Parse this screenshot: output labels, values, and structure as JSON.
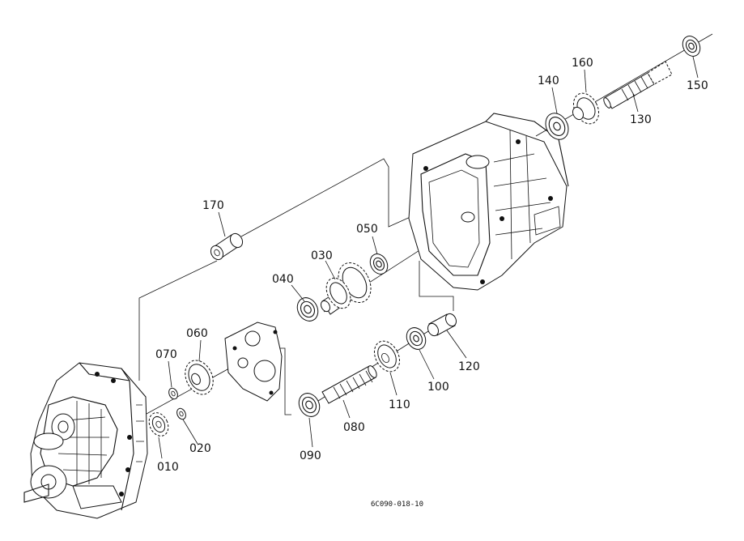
{
  "diagram": {
    "drawing_code": "6C090-018-10",
    "parts": [
      {
        "id": "p010",
        "label": "010",
        "icon": "spur-gear-icon"
      },
      {
        "id": "p020",
        "label": "020",
        "icon": "snap-ring-icon"
      },
      {
        "id": "p030",
        "label": "030",
        "icon": "double-gear-icon"
      },
      {
        "id": "p040",
        "label": "040",
        "icon": "ball-bearing-icon"
      },
      {
        "id": "p050",
        "label": "050",
        "icon": "ball-bearing-icon"
      },
      {
        "id": "p060",
        "label": "060",
        "icon": "spur-gear-icon"
      },
      {
        "id": "p070",
        "label": "070",
        "icon": "snap-ring-icon"
      },
      {
        "id": "p080",
        "label": "080",
        "icon": "splined-shaft-icon"
      },
      {
        "id": "p090",
        "label": "090",
        "icon": "ball-bearing-icon"
      },
      {
        "id": "p100",
        "label": "100",
        "icon": "ball-bearing-icon"
      },
      {
        "id": "p110",
        "label": "110",
        "icon": "spur-gear-icon"
      },
      {
        "id": "p120",
        "label": "120",
        "icon": "collar-icon"
      },
      {
        "id": "p130",
        "label": "130",
        "icon": "splined-shaft-icon"
      },
      {
        "id": "p140",
        "label": "140",
        "icon": "ball-bearing-icon"
      },
      {
        "id": "p150",
        "label": "150",
        "icon": "ball-bearing-icon"
      },
      {
        "id": "p160",
        "label": "160",
        "icon": "spur-gear-icon"
      },
      {
        "id": "p170",
        "label": "170",
        "icon": "collar-icon"
      }
    ]
  }
}
